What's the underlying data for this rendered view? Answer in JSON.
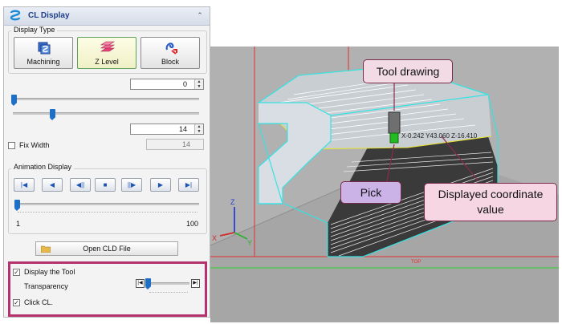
{
  "panel": {
    "title": "CL Display",
    "display_type": {
      "label": "Display Type",
      "buttons": [
        {
          "label": "Machining",
          "active": false
        },
        {
          "label": "Z Level",
          "active": true
        },
        {
          "label": "Block",
          "active": false
        }
      ]
    },
    "spin_top": {
      "value": "0"
    },
    "slider_a": {
      "level": 0.0
    },
    "slider_b": {
      "level": 0.2
    },
    "spin_bottom": {
      "value": "14"
    },
    "fix_width": {
      "label": "Fix Width",
      "checked": false,
      "value": "14"
    },
    "animation": {
      "label": "Animation Display",
      "buttons": [
        "first-frame-icon",
        "step-back-icon",
        "reverse-play-icon",
        "stop-icon",
        "play-step-icon",
        "play-icon",
        "last-frame-icon"
      ],
      "slider_level": 0.0,
      "min_label": "1",
      "max_label": "100"
    },
    "open_cld_label": "Open CLD File",
    "display_tool": {
      "label": "Display the Tool",
      "checked": true
    },
    "transparency": {
      "label": "Transparency",
      "level": 0.2
    },
    "click_cl": {
      "label": "Click CL.",
      "checked": true
    }
  },
  "viewport": {
    "coordinate_readout": "X-0.242 Y43.060 Z-16.410",
    "top_label": "TOP",
    "axes": {
      "x": "X",
      "y": "Y",
      "z": "Z"
    },
    "colors": {
      "background": "#b1b1b1",
      "toolpath": "#ffffff",
      "edges": "#34e3e3",
      "tool_tip": "#22bb22"
    }
  },
  "callouts": {
    "tool_drawing": "Tool drawing",
    "pick": "Pick",
    "coord_line1": "Displayed coordinate",
    "coord_line2": "value"
  }
}
